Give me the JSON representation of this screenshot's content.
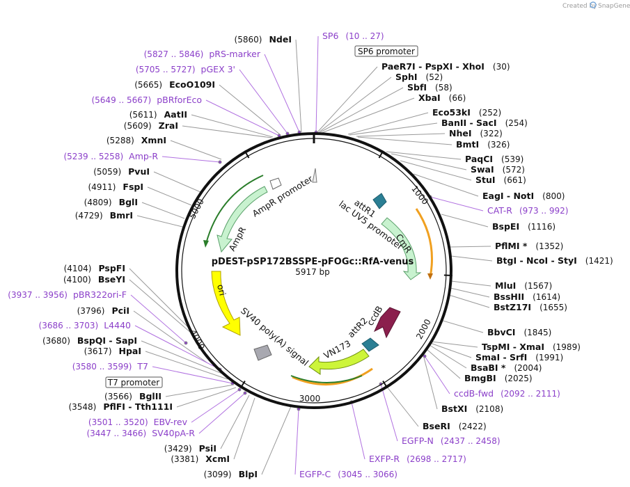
{
  "credit": "Created by",
  "brand": "SnapGene",
  "plasmid": {
    "name": "pDEST-pSP172BSSPE-pFOGc::RfA-venus",
    "size": "5917 bp"
  },
  "ticks": [
    "1000",
    "2000",
    "3000",
    "4000",
    "5000"
  ],
  "promoters": {
    "sp6": "SP6 promoter",
    "t7": "T7 promoter"
  },
  "arrows": {
    "attR1": "attR1",
    "lacuv5": "lac UV5 promoter",
    "cmr": "CmR",
    "ccdb": "ccdB",
    "attR2": "attR2",
    "vn173": "VN173",
    "sv40": "SV40 poly(A) signal",
    "ori": "ori",
    "ampr": "AmpR",
    "amprPromoter": "AmpR promoter"
  },
  "right_labels": [
    {
      "id": "sp6",
      "name": "SP6",
      "pos": "(10 .. 27)",
      "kind": "feature"
    },
    {
      "id": "paer7i",
      "name": "PaeR7I  - PspXI  - XhoI",
      "pos": "(30)",
      "kind": "site"
    },
    {
      "id": "sphi",
      "name": "SphI",
      "pos": "(52)",
      "kind": "site"
    },
    {
      "id": "sbfi",
      "name": "SbfI",
      "pos": "(58)",
      "kind": "site"
    },
    {
      "id": "xbai",
      "name": "XbaI",
      "pos": "(66)",
      "kind": "site"
    },
    {
      "id": "eco53ki",
      "name": "Eco53kI",
      "pos": "(252)",
      "kind": "site"
    },
    {
      "id": "banii",
      "name": "BanII  - SacI",
      "pos": "(254)",
      "kind": "site"
    },
    {
      "id": "nhei",
      "name": "NheI",
      "pos": "(322)",
      "kind": "site"
    },
    {
      "id": "bmti",
      "name": "BmtI",
      "pos": "(326)",
      "kind": "site"
    },
    {
      "id": "paqci",
      "name": "PaqCI",
      "pos": "(539)",
      "kind": "site"
    },
    {
      "id": "swai",
      "name": "SwaI",
      "pos": "(572)",
      "kind": "site"
    },
    {
      "id": "stui",
      "name": "StuI",
      "pos": "(661)",
      "kind": "site"
    },
    {
      "id": "eagi",
      "name": "EagI  - NotI",
      "pos": "(800)",
      "kind": "site"
    },
    {
      "id": "catr",
      "name": "CAT-R",
      "pos": "(973 .. 992)",
      "kind": "feature"
    },
    {
      "id": "bspei",
      "name": "BspEI",
      "pos": "(1116)",
      "kind": "site"
    },
    {
      "id": "pflmi",
      "name": "PflMI *",
      "pos": "(1352)",
      "kind": "site"
    },
    {
      "id": "btgi",
      "name": "BtgI  - NcoI  - StyI",
      "pos": "(1421)",
      "kind": "site"
    },
    {
      "id": "mlui",
      "name": "MluI",
      "pos": "(1567)",
      "kind": "site"
    },
    {
      "id": "bsshii",
      "name": "BssHII",
      "pos": "(1614)",
      "kind": "site"
    },
    {
      "id": "bstz17i",
      "name": "BstZ17I",
      "pos": "(1655)",
      "kind": "site"
    },
    {
      "id": "bbvci",
      "name": "BbvCI",
      "pos": "(1845)",
      "kind": "site"
    },
    {
      "id": "tspmi",
      "name": "TspMI  - XmaI",
      "pos": "(1989)",
      "kind": "site"
    },
    {
      "id": "smai",
      "name": "SmaI  - SrfI",
      "pos": "(1991)",
      "kind": "site"
    },
    {
      "id": "bsabi",
      "name": "BsaBI *",
      "pos": "(2004)",
      "kind": "site"
    },
    {
      "id": "bmgbi",
      "name": "BmgBI",
      "pos": "(2025)",
      "kind": "site"
    },
    {
      "id": "ccdbfwd",
      "name": "ccdB-fwd",
      "pos": "(2092 .. 2111)",
      "kind": "feature"
    },
    {
      "id": "bstxi",
      "name": "BstXI",
      "pos": "(2108)",
      "kind": "site"
    },
    {
      "id": "bseri",
      "name": "BseRI",
      "pos": "(2422)",
      "kind": "site"
    },
    {
      "id": "egfpn",
      "name": "EGFP-N",
      "pos": "(2437 .. 2458)",
      "kind": "feature"
    },
    {
      "id": "exfpr",
      "name": "EXFP-R",
      "pos": "(2698 .. 2717)",
      "kind": "feature"
    },
    {
      "id": "egfpc",
      "name": "EGFP-C",
      "pos": "(3045 .. 3066)",
      "kind": "feature"
    }
  ],
  "left_labels": [
    {
      "id": "ndei",
      "name": "NdeI",
      "pos": "(5860)",
      "kind": "site"
    },
    {
      "id": "prsmarker",
      "name": "pRS-marker",
      "pos": "(5827 .. 5846)",
      "kind": "feature"
    },
    {
      "id": "pgex3",
      "name": "pGEX 3'",
      "pos": "(5705 .. 5727)",
      "kind": "feature"
    },
    {
      "id": "ecoo109i",
      "name": "EcoO109I",
      "pos": "(5665)",
      "kind": "site"
    },
    {
      "id": "pbrforeco",
      "name": "pBRforEco",
      "pos": "(5649 .. 5667)",
      "kind": "feature"
    },
    {
      "id": "aatii",
      "name": "AatII",
      "pos": "(5611)",
      "kind": "site"
    },
    {
      "id": "zrai",
      "name": "ZraI",
      "pos": "(5609)",
      "kind": "site"
    },
    {
      "id": "xmni",
      "name": "XmnI",
      "pos": "(5288)",
      "kind": "site"
    },
    {
      "id": "ampr",
      "name": "Amp-R",
      "pos": "(5239 .. 5258)",
      "kind": "feature"
    },
    {
      "id": "pvui",
      "name": "PvuI",
      "pos": "(5059)",
      "kind": "site"
    },
    {
      "id": "fspi",
      "name": "FspI",
      "pos": "(4911)",
      "kind": "site"
    },
    {
      "id": "bgli",
      "name": "BglI",
      "pos": "(4809)",
      "kind": "site"
    },
    {
      "id": "bmri",
      "name": "BmrI",
      "pos": "(4729)",
      "kind": "site"
    },
    {
      "id": "pspfi",
      "name": "PspFI",
      "pos": "(4104)",
      "kind": "site"
    },
    {
      "id": "bseyi",
      "name": "BseYI",
      "pos": "(4100)",
      "kind": "site"
    },
    {
      "id": "pbr322",
      "name": "pBR322ori-F",
      "pos": "(3937 .. 3956)",
      "kind": "feature"
    },
    {
      "id": "pcii",
      "name": "PciI",
      "pos": "(3796)",
      "kind": "site"
    },
    {
      "id": "l4440",
      "name": "L4440",
      "pos": "(3686 .. 3703)",
      "kind": "feature"
    },
    {
      "id": "bspqi",
      "name": "BspQI  - SapI",
      "pos": "(3680)",
      "kind": "site"
    },
    {
      "id": "hpai",
      "name": "HpaI",
      "pos": "(3617)",
      "kind": "site"
    },
    {
      "id": "t7",
      "name": "T7",
      "pos": "(3580 .. 3599)",
      "kind": "feature"
    },
    {
      "id": "bglii",
      "name": "BglII",
      "pos": "(3566)",
      "kind": "site"
    },
    {
      "id": "pflfi",
      "name": "PflFI  - Tth111I",
      "pos": "(3548)",
      "kind": "site"
    },
    {
      "id": "ebvrev",
      "name": "EBV-rev",
      "pos": "(3501 .. 3520)",
      "kind": "feature"
    },
    {
      "id": "sv40par",
      "name": "SV40pA-R",
      "pos": "(3447 .. 3466)",
      "kind": "feature"
    },
    {
      "id": "psii",
      "name": "PsiI",
      "pos": "(3429)",
      "kind": "site"
    },
    {
      "id": "xcmi",
      "name": "XcmI",
      "pos": "(3381)",
      "kind": "site"
    },
    {
      "id": "blpi",
      "name": "BlpI",
      "pos": "(3099)",
      "kind": "site"
    }
  ]
}
